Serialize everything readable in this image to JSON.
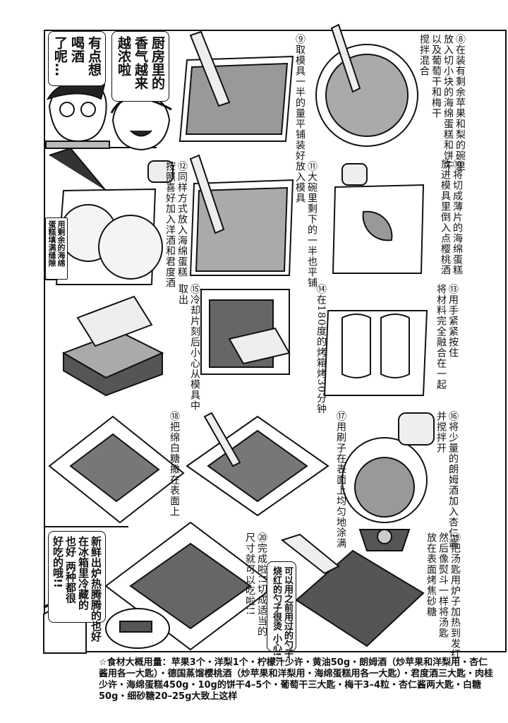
{
  "speech": {
    "man_top": [
      "有点想",
      "喝酒",
      "了呢…"
    ],
    "woman_top": [
      "厨房里的",
      "香气越来",
      "越浓啦"
    ],
    "fill_gap": [
      "用剩余的海绵",
      "蛋糕填满缝隙"
    ],
    "man_bottom": [
      "新鲜出炉热腾腾的也好",
      "在冰箱里冷藏的",
      "也好 两种都很",
      "好吃的哦!!"
    ],
    "spoon_warning": [
      "可以用之前用过的勺子",
      "烧红的勺子很烫 小心!!"
    ]
  },
  "steps": {
    "s8": [
      "⑧在装有剩余苹果和梨的碗里",
      "放入切小块的海绵蛋糕和饼干",
      "以及葡萄干和梅干",
      "搅拌混合"
    ],
    "s9": [
      "⑨取模具一半的量平铺装好"
    ],
    "s10": [
      "⑩将切成薄片的海绵蛋糕",
      "放进模具里倒入点樱桃酒"
    ],
    "s11": [
      "⑪大碗里剩下的一半也平铺",
      "放入模具"
    ],
    "s12": [
      "⑫同样方式放入海绵蛋糕",
      "按照喜好加入洋酒和君度酒"
    ],
    "s13": [
      "⑬用手紧紧按住",
      "将材料完全融合在一起"
    ],
    "s14": [
      "⑭在180度的烤箱烤30分钟"
    ],
    "s15": [
      "⑮冷却片刻后小心从模具中",
      "取出"
    ],
    "s16": [
      "⑯将少量的朗姆酒加入杏仁酱",
      "并搅拌开"
    ],
    "s17": [
      "⑰用刷子在表面上均匀地涂满"
    ],
    "s18": [
      "⑱把绵白糖撒在表面上"
    ],
    "s19": [
      "⑲把汤匙用炉子加热到发红",
      "然后像熨斗一样将汤匙",
      "放在表面烤焦砂糖"
    ],
    "s20": [
      "⑳完成啦!!切成适当的",
      "尺寸就可以吃啦!!"
    ]
  },
  "ingredients_note": "☆食材大概用量：苹果3个・洋梨1个・柠檬汁少许・黄油50g・朗姆酒（炒苹果和洋梨用・杏仁酱用各一大匙）・德国蒸馏樱桃酒（炒苹果和洋梨用・海绵蛋糕用各一大匙）・君度酒三大匙・肉桂少许・海绵蛋糕450g・10g的饼干4–5个・葡萄干三大匙・梅干3–4粒・杏仁酱两大匙・白糖50g・细砂糖20–25g大致上这样"
}
